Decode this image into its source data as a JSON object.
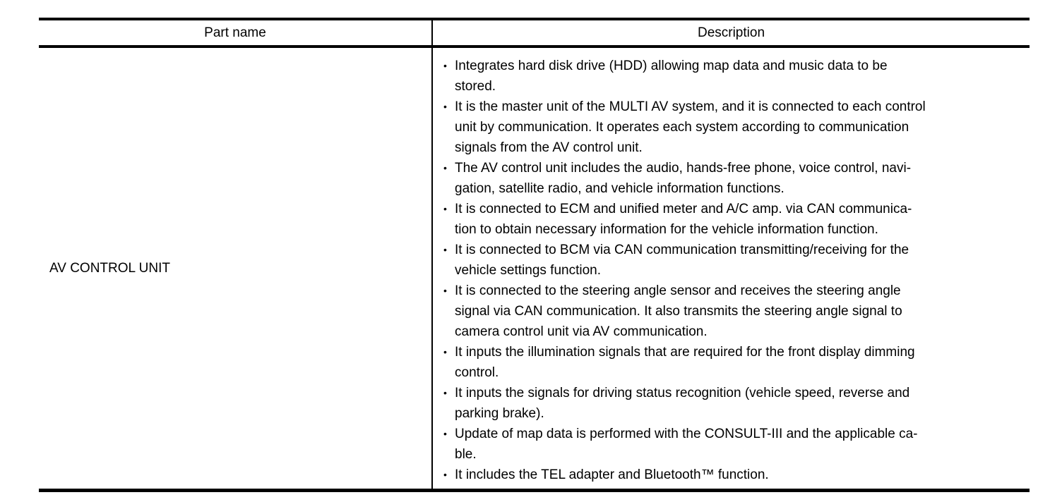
{
  "page": {
    "background_color": "#ffffff",
    "text_color": "#000000",
    "border_color": "#000000"
  },
  "table": {
    "columns": [
      {
        "label": "Part name"
      },
      {
        "label": "Description"
      }
    ],
    "rows": [
      {
        "part_name": "AV CONTROL UNIT",
        "description_bullets": [
          "Integrates hard disk drive (HDD) allowing map data and music data to be\nstored.",
          "It is the master unit of the MULTI AV system, and it is connected to each control\nunit by communication. It operates each system according to communication\nsignals from the AV control unit.",
          "The AV control unit includes the audio, hands-free phone, voice control, navi-\ngation, satellite radio, and vehicle information functions.",
          "It is connected to ECM and unified meter and A/C amp. via CAN communica-\ntion to obtain necessary information for the vehicle information function.",
          "It is connected to BCM via CAN communication transmitting/receiving for the\nvehicle settings function.",
          "It is connected to the steering angle sensor and receives the steering angle\nsignal via CAN communication. It also transmits the steering angle signal to\ncamera control unit via AV communication.",
          "It inputs the illumination signals that are required for the front display dimming\ncontrol.",
          "It inputs the signals for driving status recognition (vehicle speed, reverse and\nparking brake).",
          "Update of map data is performed with the CONSULT-III and the applicable ca-\nble.",
          "It includes the TEL adapter and Bluetooth™ function."
        ]
      }
    ]
  }
}
